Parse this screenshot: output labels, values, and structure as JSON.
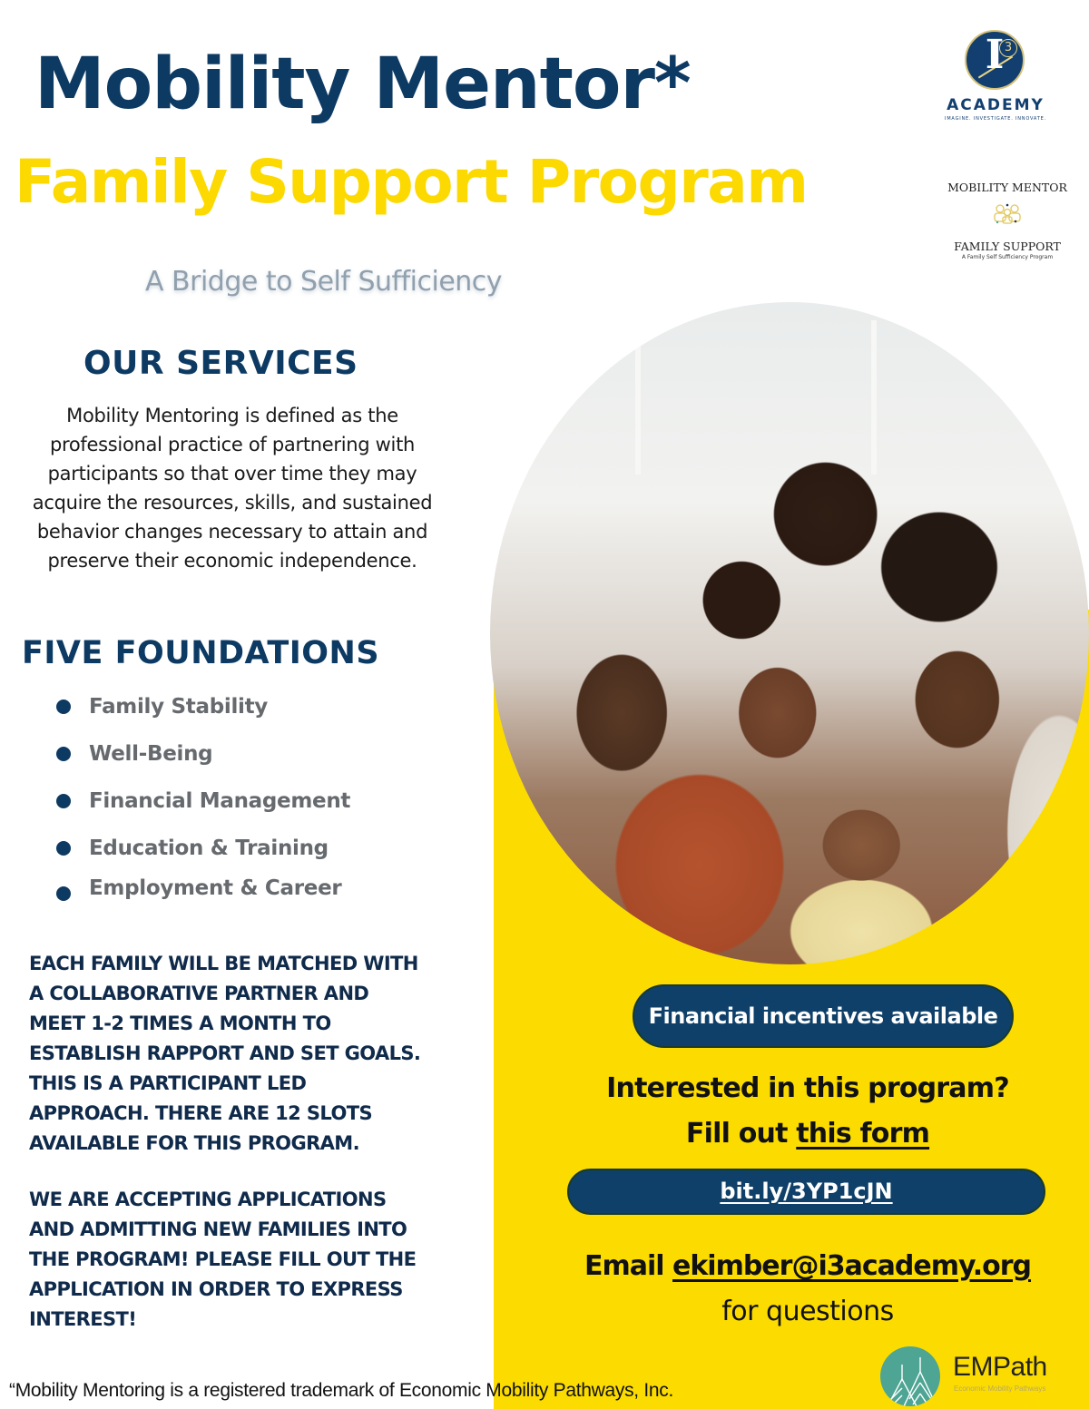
{
  "header": {
    "title": "Mobility Mentor*",
    "subtitle": "Family Support Program",
    "tagline": "A Bridge to Self Sufficiency"
  },
  "logos": {
    "i3_academy": {
      "letter": "I",
      "superscript": "3",
      "name": "ACADEMY",
      "tagline": "IMAGINE. INVESTIGATE. INNOVATE."
    },
    "mobility_mentor": {
      "line1": "MOBILITY MENTOR",
      "line2": "FAMILY SUPPORT",
      "line3": "A Family Self Sufficiency Program",
      "icon": "family-group-icon"
    },
    "empath": {
      "name": "EMPath",
      "subtitle": "Economic Mobility Pathways",
      "icon": "tree-mountain-icon"
    }
  },
  "services": {
    "heading": "OUR SERVICES",
    "body": "Mobility Mentoring is defined as the professional practice of partnering with participants so that over time they may acquire the resources, skills, and sustained behavior changes necessary to attain and preserve their economic independence."
  },
  "foundations": {
    "heading": "FIVE FOUNDATIONS",
    "items": [
      {
        "label": "Family Stability"
      },
      {
        "label": "Well-Being"
      },
      {
        "label": "Financial Management"
      },
      {
        "label": "Education & Training"
      },
      {
        "label": "Employment & Career"
      }
    ]
  },
  "program_details": {
    "matching": "EACH FAMILY  WILL BE MATCHED WITH\nA COLLABORATIVE PARTNER AND\nMEET 1-2 TIMES A MONTH TO\nESTABLISH RAPPORT AND SET GOALS.\nTHIS IS A PARTICIPANT LED\nAPPROACH. THERE ARE 12 SLOTS\nAVAILABLE FOR THIS PROGRAM.",
    "accepting": "WE ARE ACCEPTING APPLICATIONS\nAND ADMITTING NEW FAMILIES INTO\nTHE PROGRAM!  PLEASE FILL OUT THE\nAPPLICATION IN ORDER TO EXPRESS\nINTEREST!"
  },
  "cta": {
    "incentives_badge": "Financial incentives available",
    "interest_question": "Interested in this program?",
    "fill_out_prefix": "Fill out ",
    "fill_out_link": "this form",
    "short_link": "bit.ly/3YP1cJN",
    "email_prefix": "Email ",
    "email_address": "ekimber@i3academy.org",
    "email_suffix": "for questions"
  },
  "photo": {
    "alt": "Family of five hugging and smiling together"
  },
  "footer": {
    "trademark_note": "“Mobility Mentoring is a registered trademark of Economic Mobility Pathways, Inc."
  },
  "colors": {
    "navy": "#0d3a63",
    "yellow": "#fcdc00",
    "gray_text": "#666a6e",
    "tagline_gray": "#90a0ae",
    "empath_teal": "#4ea594"
  }
}
